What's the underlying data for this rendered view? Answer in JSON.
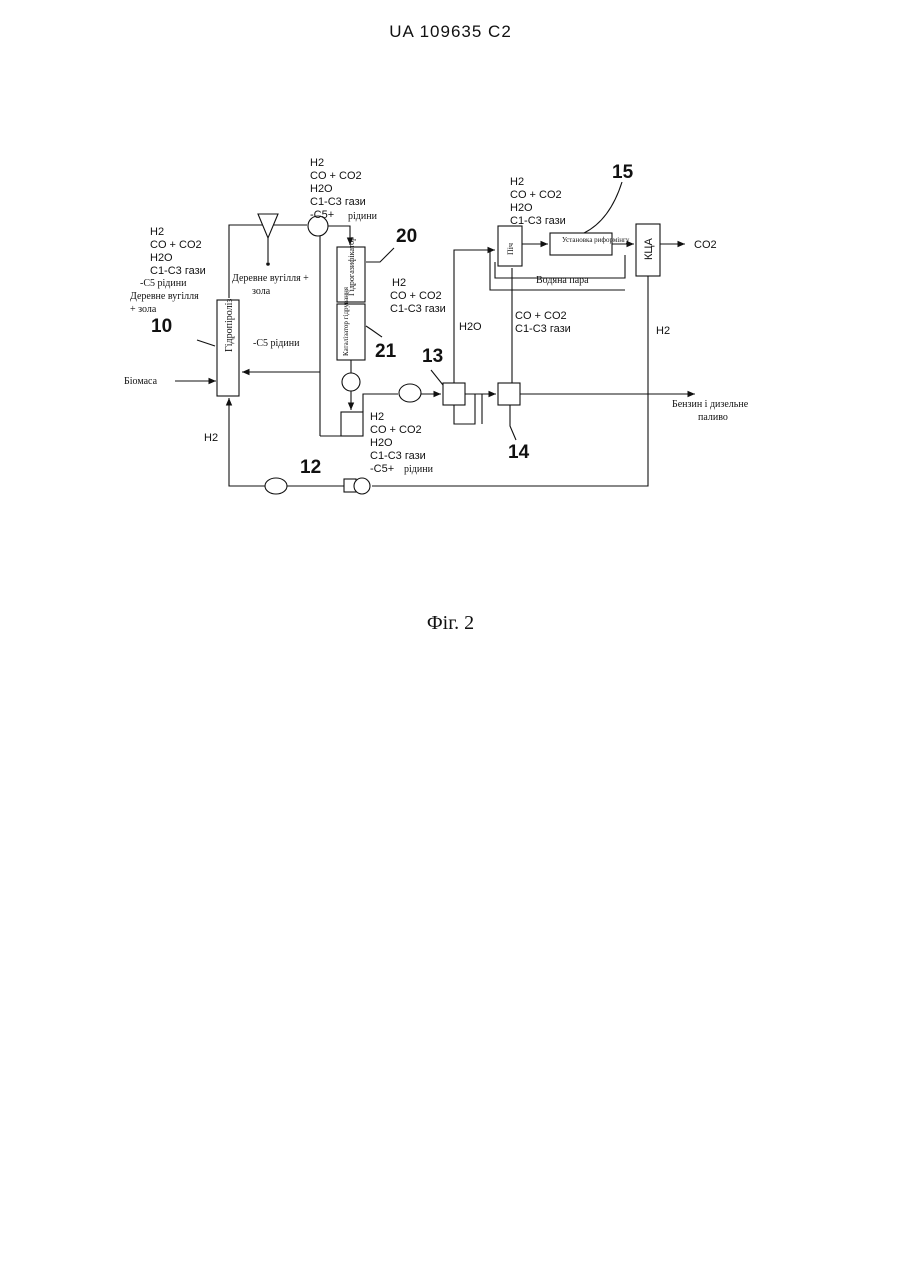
{
  "header": {
    "doc_id": "UA   109635   C2"
  },
  "caption": "Фіг. 2",
  "labels": {
    "n10": "10",
    "n12": "12",
    "n13": "13",
    "n14": "14",
    "n15": "15",
    "n20": "20",
    "n21": "21",
    "top_h2": "H2",
    "top_co": "CO + CO2",
    "top_h2o": "H2O",
    "top_c1c3": "C1-C3  гази",
    "top_c5a": "-C5+",
    "top_c5b": "рідини",
    "left_h2": "H2",
    "left_co": "CO + CO2",
    "left_h2o": "H2O",
    "left_c1c3": "C1-C3  гази",
    "left_c5": "-C5 рідини",
    "left_char1": "Деревне вугілля",
    "left_char2": "+ зола",
    "char_a": "Деревне вугілля +",
    "char_b": "зола",
    "pyro": "Гідропіроліз",
    "hydrogas": "Гідрогазифікатор",
    "catalyst": "Каталізатор гідрування",
    "mid_h2": "H2",
    "mid_co": "CO + CO2",
    "mid_c1c3": "C1-C3  гази",
    "c5_liq": "-C5 рідини",
    "biomass": "Біомаса",
    "h2_bottom": "H2",
    "low_h2": "H2",
    "low_co": "CO + CO2",
    "low_h2o": "H2O",
    "low_c1c3": "C1-C3  гази",
    "low_c5a": "-C5+",
    "low_c5b": "рідини",
    "h2o_vert": "H2O",
    "right_co": "CO + CO2",
    "right_c1c3": "C1-C3  гази",
    "sep_h2": "H2",
    "sep_co": "CO + CO2",
    "sep_h2o": "H2O",
    "sep_c1c3": "C1-C3  гази",
    "stove": "Піч",
    "reformer": "Установка риформінгу",
    "steam": "Водяна пара",
    "kca": "КЦА",
    "co2": "CO2",
    "h2_right": "H2",
    "product1": "Бензин і дизельне",
    "product2": "паливо"
  }
}
